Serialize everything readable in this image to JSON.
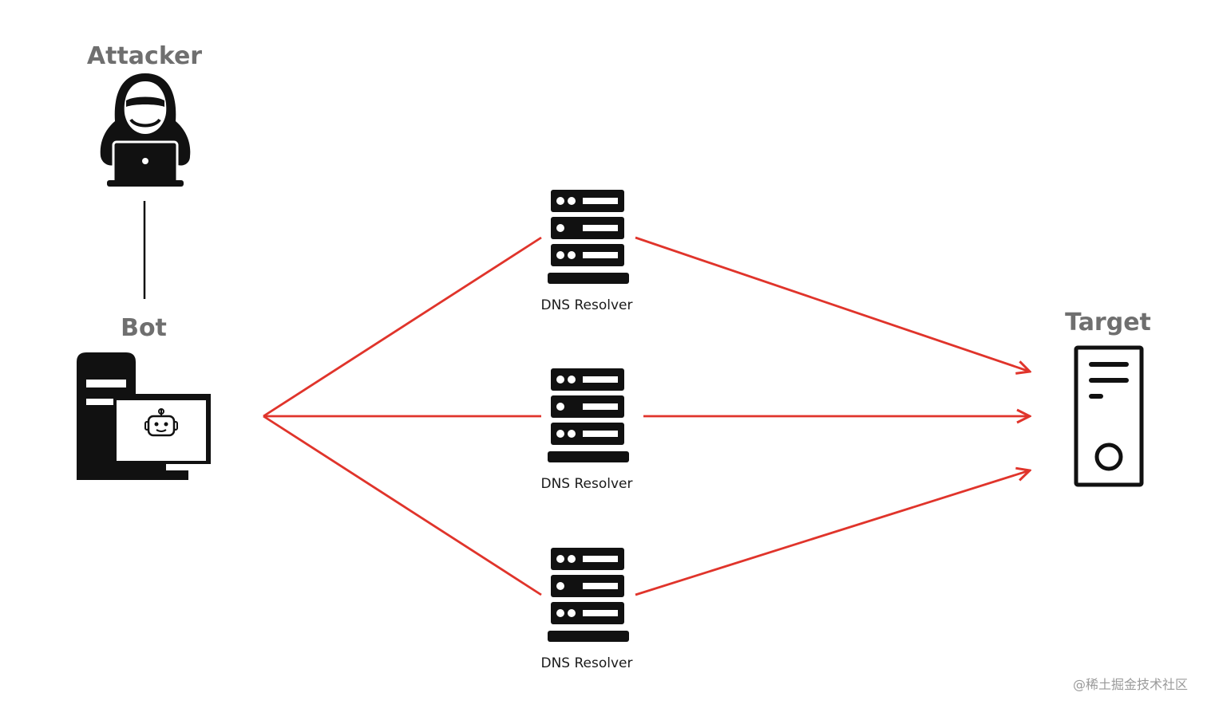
{
  "nodes": {
    "attacker": {
      "label": "Attacker"
    },
    "bot": {
      "label": "Bot"
    },
    "target": {
      "label": "Target"
    },
    "resolvers": [
      {
        "label": "DNS Resolver"
      },
      {
        "label": "DNS Resolver"
      },
      {
        "label": "DNS Resolver"
      }
    ]
  },
  "colors": {
    "arrow": "#e0342b",
    "icon": "#111111",
    "label": "#6f6f6f"
  },
  "watermark": "@稀土掘金技术社区"
}
